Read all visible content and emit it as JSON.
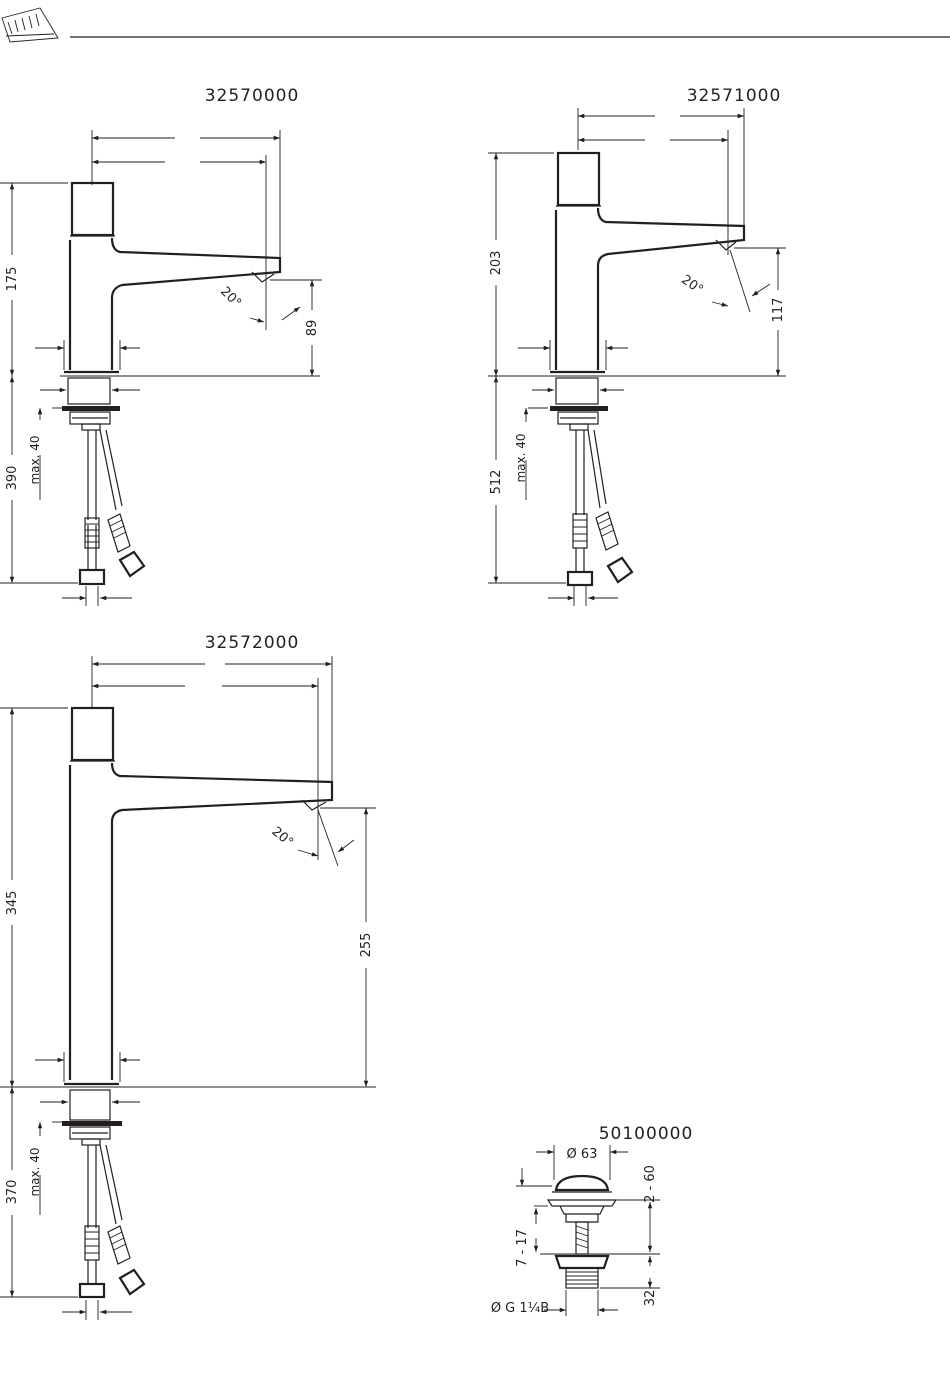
{
  "drawings": [
    {
      "id": "32570000",
      "model": "32570000",
      "labels": {
        "height": "175",
        "outlet": "89",
        "below": "390",
        "max": "max. 40",
        "angle": "20°"
      }
    },
    {
      "id": "32571000",
      "model": "32571000",
      "labels": {
        "height": "203",
        "outlet": "117",
        "below": "512",
        "max": "max. 40",
        "angle": "20°"
      }
    },
    {
      "id": "32572000",
      "model": "32572000",
      "labels": {
        "height": "345",
        "outlet": "255",
        "below": "370",
        "max": "max. 40",
        "angle": "20°"
      }
    }
  ],
  "waste": {
    "model": "50100000",
    "diameter": "Ø 63",
    "range": "2 - 60",
    "thickness": "7 - 17",
    "depth": "32",
    "thread": "Ø G 1¼B"
  }
}
